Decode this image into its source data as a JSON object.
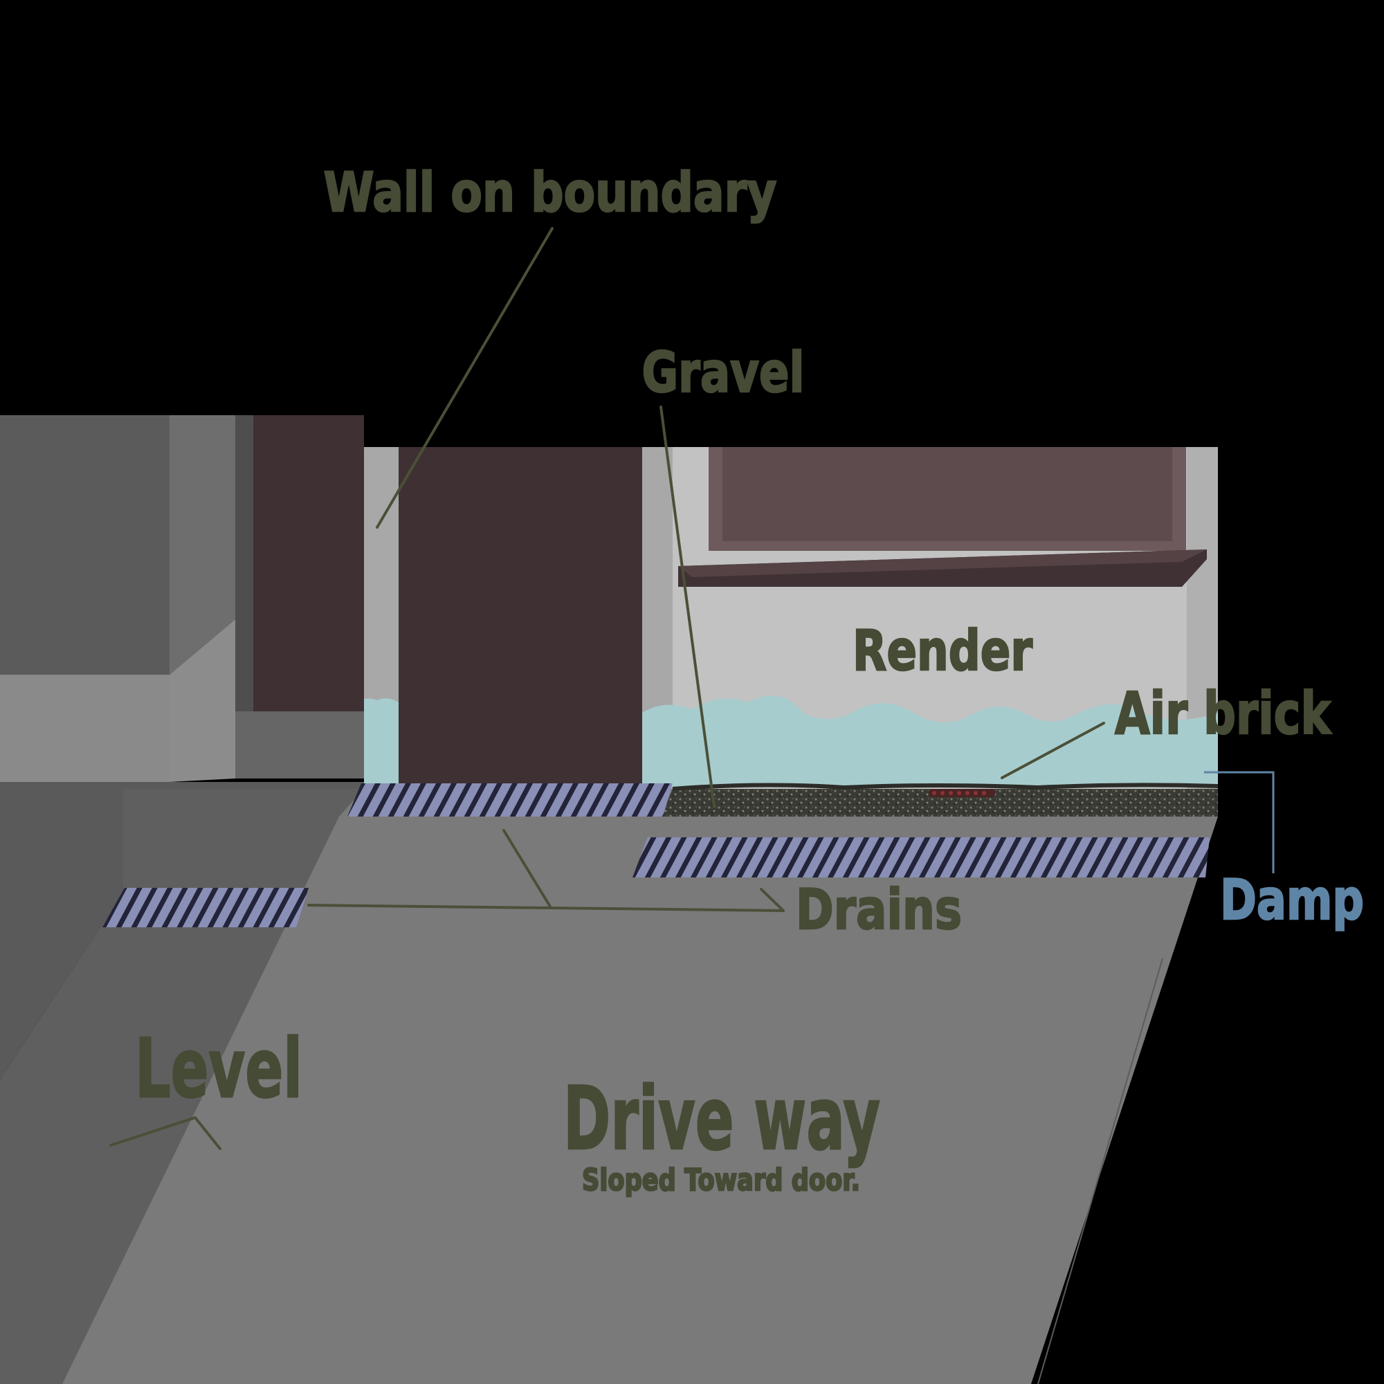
{
  "labels": {
    "wall_on_boundary": "Wall on boundary",
    "gravel": "Gravel",
    "render": "Render",
    "air_brick": "Air brick",
    "damp": "Damp",
    "drains": "Drains",
    "level": "Level",
    "drive_way": "Drive way",
    "drive_way_note": "Sloped Toward door."
  },
  "colors": {
    "background": "#000000",
    "label_text": "#454b35",
    "damp_text": "#5f85a6",
    "damp_patch": "#a7cccd",
    "drain_grate": "#8a8fb6",
    "door": "#3e3033",
    "window_frame": "#5e4b4d",
    "render_wall": "#c2c2c2",
    "driveway": "#7a7a7a"
  }
}
